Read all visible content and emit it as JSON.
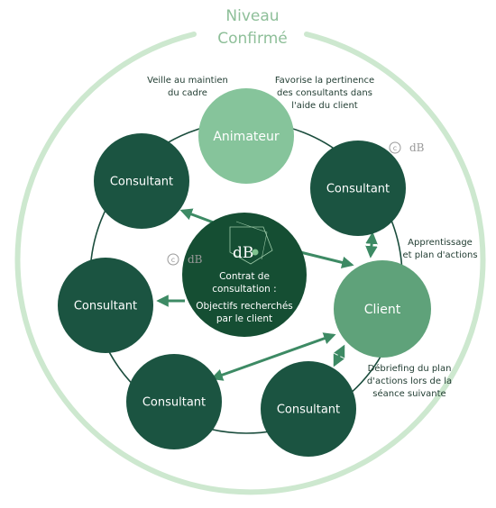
{
  "level": {
    "line1": "Niveau",
    "line2": "Confirmé"
  },
  "animator": {
    "label": "Animateur"
  },
  "consultant_label": "Consultant",
  "client": {
    "label": "Client"
  },
  "center": {
    "logo_text": "dB",
    "line1": "Contrat de",
    "line2": "consultation :",
    "line3": "Objectifs recherchés",
    "line4": "par le client"
  },
  "notes": {
    "veille": [
      "Veille au maintien",
      "du cadre"
    ],
    "favorise": [
      "Favorise la pertinence",
      "des consultants dans",
      "l'aide du client"
    ],
    "apprentissage": [
      "Apprentissage",
      "et plan d'actions"
    ],
    "debriefing": [
      "Débriefing du plan",
      "d'actions lors de la",
      "séance suivante"
    ]
  },
  "watermark": "dB",
  "colors": {
    "outer_ring": "#cde8cf",
    "inner_ring": "#1b4d3d",
    "consultant": "#1b5441",
    "animator": "#86c49b",
    "client": "#5fa27a",
    "center": "#154e33",
    "arrow": "#3d8a64",
    "level_text": "#8ebf99"
  }
}
